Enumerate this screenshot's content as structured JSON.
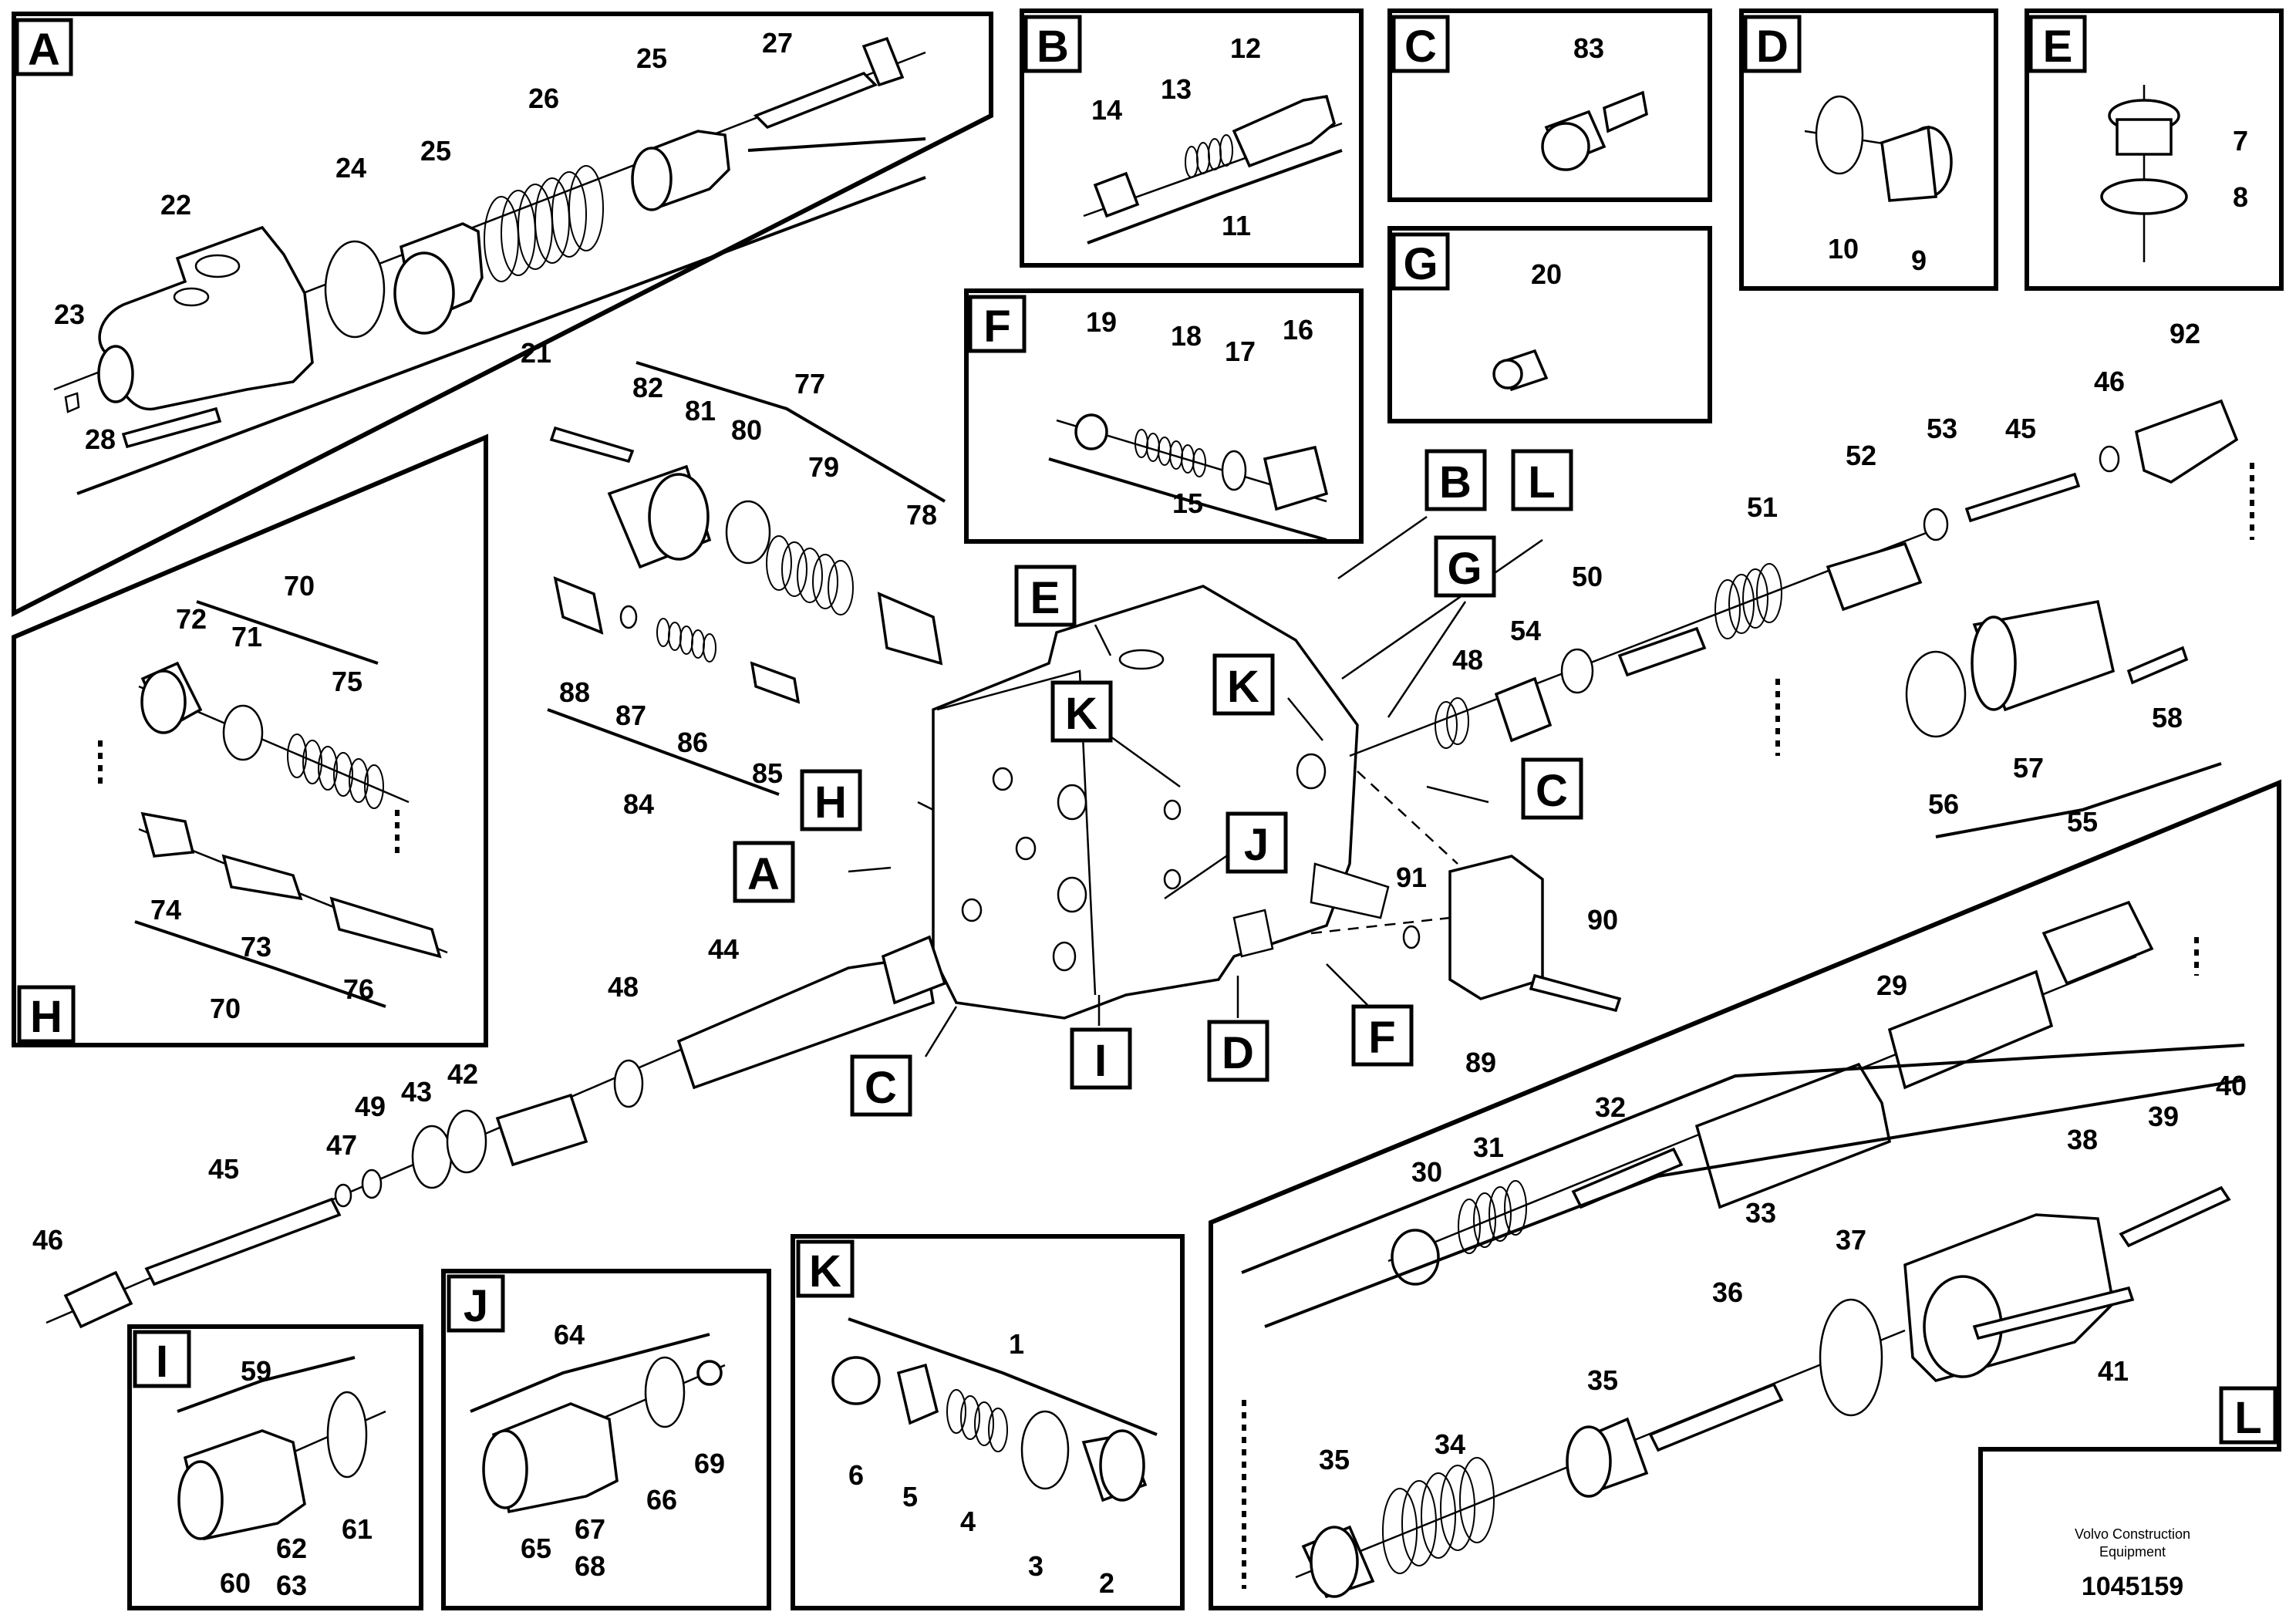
{
  "footer": {
    "maker_line1": "Volvo Construction",
    "maker_line2": "Equipment",
    "drawing_number": "1045159"
  },
  "insets": {
    "A": {
      "letter": "A",
      "numbers": [
        "21",
        "22",
        "23",
        "24",
        "25",
        "25",
        "26",
        "27",
        "28"
      ]
    },
    "B": {
      "letter": "B",
      "numbers": [
        "11",
        "12",
        "13",
        "14"
      ]
    },
    "C": {
      "letter": "C",
      "numbers": [
        "83"
      ]
    },
    "D": {
      "letter": "D",
      "numbers": [
        "9",
        "10"
      ]
    },
    "E": {
      "letter": "E",
      "numbers": [
        "7",
        "8"
      ]
    },
    "F": {
      "letter": "F",
      "numbers": [
        "15",
        "16",
        "17",
        "18",
        "19"
      ]
    },
    "G": {
      "letter": "G",
      "numbers": [
        "20"
      ]
    },
    "H": {
      "letter": "H",
      "numbers": [
        "70",
        "71",
        "72",
        "73",
        "74",
        "75",
        "76",
        "70"
      ]
    },
    "I": {
      "letter": "I",
      "numbers": [
        "59",
        "60",
        "61",
        "62",
        "63"
      ]
    },
    "J": {
      "letter": "J",
      "numbers": [
        "64",
        "65",
        "66",
        "67",
        "68",
        "69"
      ]
    },
    "K": {
      "letter": "K",
      "numbers": [
        "1",
        "2",
        "3",
        "4",
        "5",
        "6"
      ]
    },
    "L": {
      "letter": "L",
      "numbers": [
        "29",
        "30",
        "31",
        "32",
        "33",
        "34",
        "35",
        "35",
        "36",
        "37",
        "38",
        "39",
        "40",
        "41"
      ]
    }
  },
  "main_labels": [
    "82",
    "81",
    "80",
    "77",
    "79",
    "78",
    "88",
    "87",
    "86",
    "85",
    "84",
    "48",
    "54",
    "50",
    "51",
    "52",
    "53",
    "45",
    "46",
    "92",
    "55",
    "56",
    "57",
    "58",
    "91",
    "90",
    "89",
    "44",
    "48",
    "49",
    "43",
    "42",
    "47",
    "45",
    "46"
  ],
  "callouts": [
    "B",
    "L",
    "E",
    "G",
    "K",
    "K",
    "H",
    "C",
    "A",
    "J",
    "C",
    "I",
    "D",
    "F"
  ],
  "icons": {
    "valve_body": "control-valve-body-illustration",
    "spool": "spool-illustration",
    "spring": "coil-spring-illustration",
    "o_ring": "o-ring-illustration",
    "plug": "hex-plug-illustration",
    "bolt": "bolt-illustration"
  }
}
